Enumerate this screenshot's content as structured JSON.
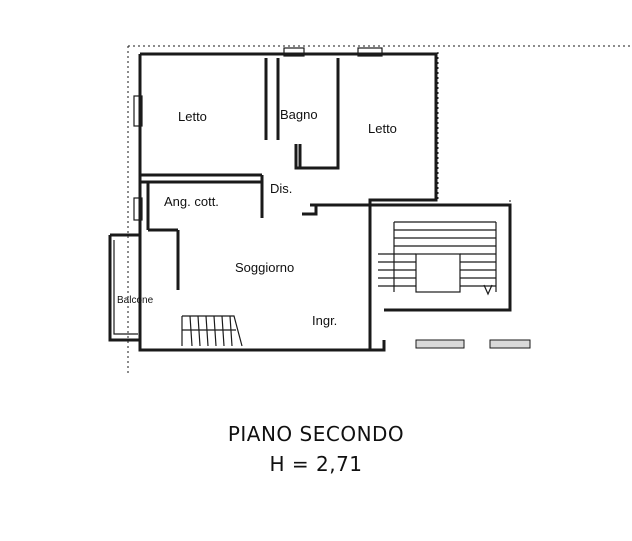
{
  "plan": {
    "rooms": {
      "letto_left": "Letto",
      "bagno": "Bagno",
      "letto_right": "Letto",
      "ang_cott": "Ang. cott.",
      "dis": "Dis.",
      "soggiorno": "Soggiorno",
      "balcone": "Balcone",
      "ingr": "Ingr."
    },
    "floor_name": "PIANO SECONDO",
    "ceiling_height": "H = 2,71"
  }
}
